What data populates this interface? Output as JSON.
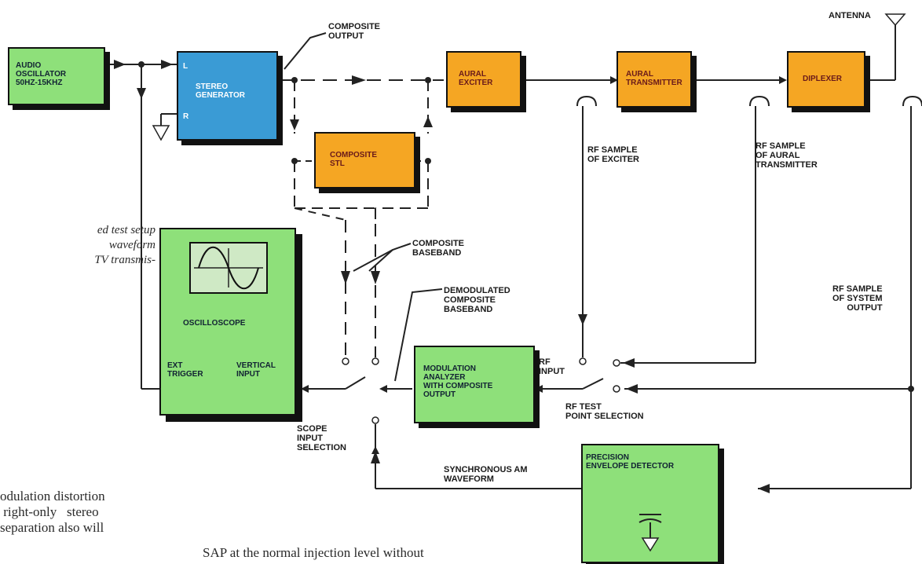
{
  "blocks": {
    "audio_oscillator": "AUDIO\nOSCILLATOR\n50HZ-15KHZ",
    "stereo_generator": "STEREO\nGENERATOR",
    "stereo_generator_left_port": "L",
    "stereo_generator_right_port": "R",
    "composite_stl": "COMPOSITE\nSTL",
    "aural_exciter": "AURAL\nEXCITER",
    "aural_transmitter": "AURAL\nTRANSMITTER",
    "diplexer": "DIPLEXER",
    "oscilloscope": "OSCILLOSCOPE",
    "oscilloscope_ext_trigger": "EXT\nTRIGGER",
    "oscilloscope_vertical_input": "VERTICAL\nINPUT",
    "modulation_analyzer": "MODULATION\nANALYZER\nWITH COMPOSITE\nOUTPUT",
    "envelope_detector": "PRECISION\nENVELOPE DETECTOR"
  },
  "labels": {
    "composite_output": "COMPOSITE\nOUTPUT",
    "antenna": "ANTENNA",
    "rf_sample_exciter": "RF SAMPLE\nOF EXCITER",
    "rf_sample_transmitter": "RF SAMPLE\nOF AURAL\nTRANSMITTER",
    "composite_baseband": "COMPOSITE\nBASEBAND",
    "demodulated_composite_baseband": "DEMODULATED\nCOMPOSITE\nBASEBAND",
    "rf_sample_system_output": "RF SAMPLE\nOF SYSTEM\nOUTPUT",
    "rf_input": "RF\nINPUT",
    "rf_test_point_selection": "RF TEST\nPOINT SELECTION",
    "scope_input_selection": "SCOPE\nINPUT\nSELECTION",
    "synchronous_am_waveform": "SYNCHRONOUS AM\nWAVEFORM"
  },
  "caption_fragment": "ed test setup\n waveform\nTV transmis-",
  "body_text_fragment": "odulation distortion\n right-only   stereo\nseparation also will",
  "bottom_text_fragment": "SAP at the normal injection level without",
  "colors": {
    "green_block": "#8ee07a",
    "blue_block": "#3a9bd5",
    "orange_block": "#f5a623",
    "shadow": "#111111",
    "line": "#222222"
  }
}
